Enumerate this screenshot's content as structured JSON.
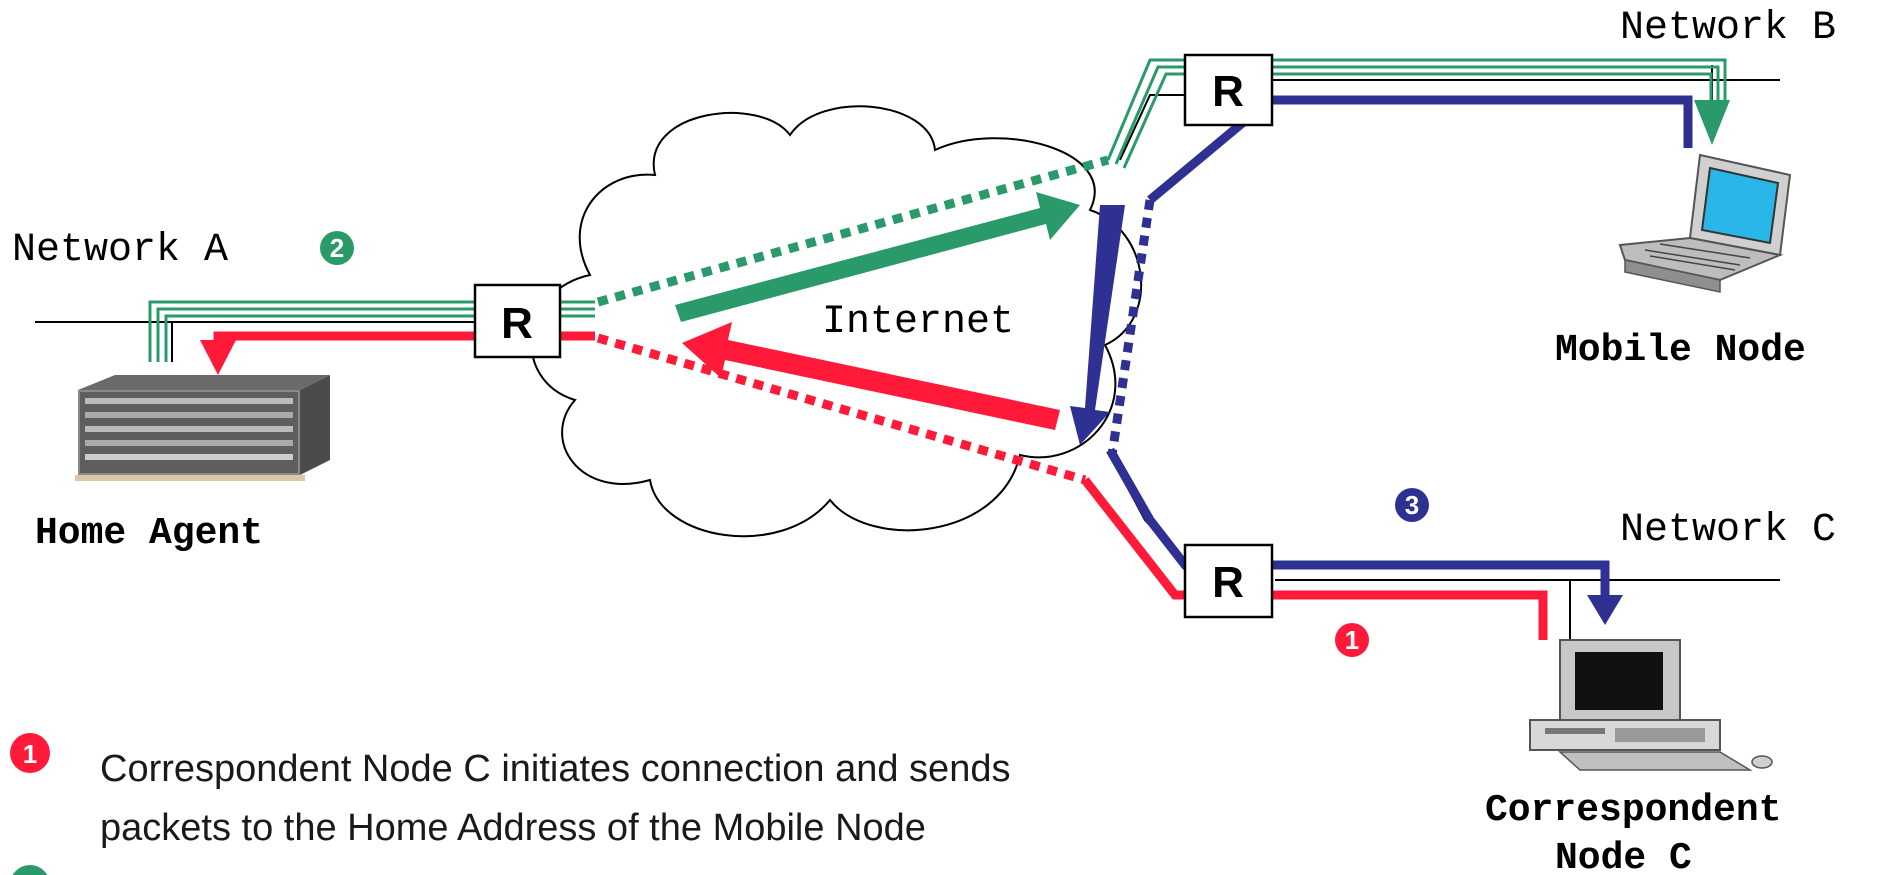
{
  "networks": {
    "a": "Network A",
    "b": "Network B",
    "c": "Network C"
  },
  "cloud_label": "Internet",
  "routers": {
    "label": "R"
  },
  "nodes": {
    "home_agent": "Home Agent",
    "mobile_node": "Mobile Node",
    "correspondent_line1": "Correspondent",
    "correspondent_line2": "Node C"
  },
  "markers": {
    "one": "1",
    "two": "2",
    "three": "3"
  },
  "steps": [
    {
      "number": "1",
      "line1": "Correspondent Node C initiates connection and sends",
      "line2": "packets to the Home Address of the Mobile Node"
    }
  ],
  "colors": {
    "red": "#ff1a3a",
    "green": "#2a9a6a",
    "blue": "#2e3192",
    "black": "#000000"
  }
}
